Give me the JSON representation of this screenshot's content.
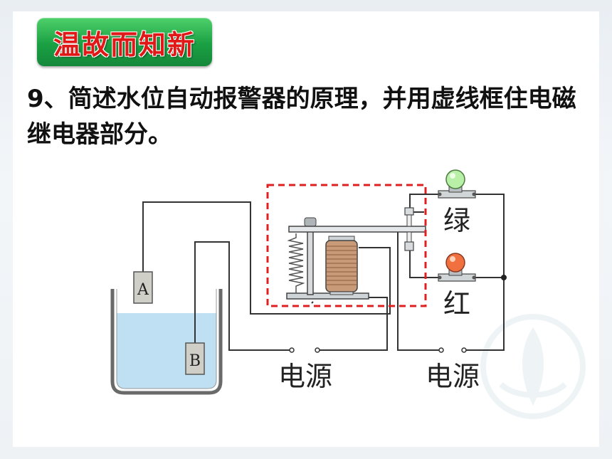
{
  "header": {
    "title": "温故而知新"
  },
  "question": {
    "number": "9",
    "separator": "、",
    "text": "简述水位自动报警器的原理，并用虚线框住电磁继电器部分。"
  },
  "diagram": {
    "probe_a_label": "A",
    "probe_b_label": "B",
    "green_lamp_label": "绿",
    "red_lamp_label": "红",
    "power_source_left_label": "电源",
    "power_source_right_label": "电源",
    "colors": {
      "water": "#bfe0f2",
      "dashed_box": "#e02020",
      "green_lamp": "#b8f0a8",
      "red_lamp": "#f07040",
      "badge": "#1aa043",
      "title_text": "#e01818"
    }
  }
}
